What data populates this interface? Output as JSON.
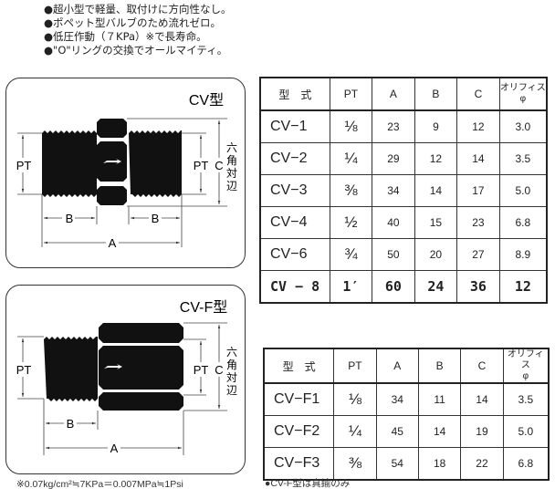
{
  "features": [
    "●超小型で軽量、取付けに方向性なし。",
    "●ポペット型バルブのため流れゼロ。",
    "●低圧作動（７KPa）※で長寿命。",
    "●\"O\"リングの交換でオールマイティ。"
  ],
  "diagram_cv": {
    "title": "CV型",
    "pt": "PT",
    "b": "B",
    "a": "A",
    "c": "C",
    "hex_label": [
      "六",
      "角",
      "対",
      "辺"
    ]
  },
  "diagram_cvf": {
    "title": "CV-F型",
    "pt": "PT",
    "b": "B",
    "a": "A",
    "c": "C",
    "hex_label": [
      "六",
      "角",
      "対",
      "辺"
    ]
  },
  "table_cv": {
    "headers": [
      "型　式",
      "PT",
      "A",
      "B",
      "C",
      "オリフィス\nφ"
    ],
    "rows": [
      [
        "CV−1",
        "⅛",
        "23",
        "9",
        "12",
        "3.0"
      ],
      [
        "CV−2",
        "¼",
        "29",
        "12",
        "14",
        "3.5"
      ],
      [
        "CV−3",
        "⅜",
        "34",
        "14",
        "17",
        "5.0"
      ],
      [
        "CV−4",
        "½",
        "40",
        "15",
        "23",
        "6.8"
      ],
      [
        "CV−6",
        "¾",
        "50",
        "20",
        "27",
        "8.9"
      ],
      [
        "CV − 8",
        "1′",
        "60",
        "24",
        "36",
        "12"
      ]
    ]
  },
  "table_cvf": {
    "headers": [
      "型　式",
      "PT",
      "A",
      "B",
      "C",
      "オリフィス\nφ"
    ],
    "rows": [
      [
        "CV−F1",
        "⅛",
        "34",
        "11",
        "14",
        "3.5"
      ],
      [
        "CV−F2",
        "¼",
        "45",
        "14",
        "19",
        "5.0"
      ],
      [
        "CV−F3",
        "⅜",
        "54",
        "18",
        "22",
        "6.8"
      ]
    ]
  },
  "notes": {
    "pressure": "※0.07kg/cm²≒7KPa＝0.007MPa≒1Psi",
    "material": "●CV-F型は真鍮のみ"
  }
}
